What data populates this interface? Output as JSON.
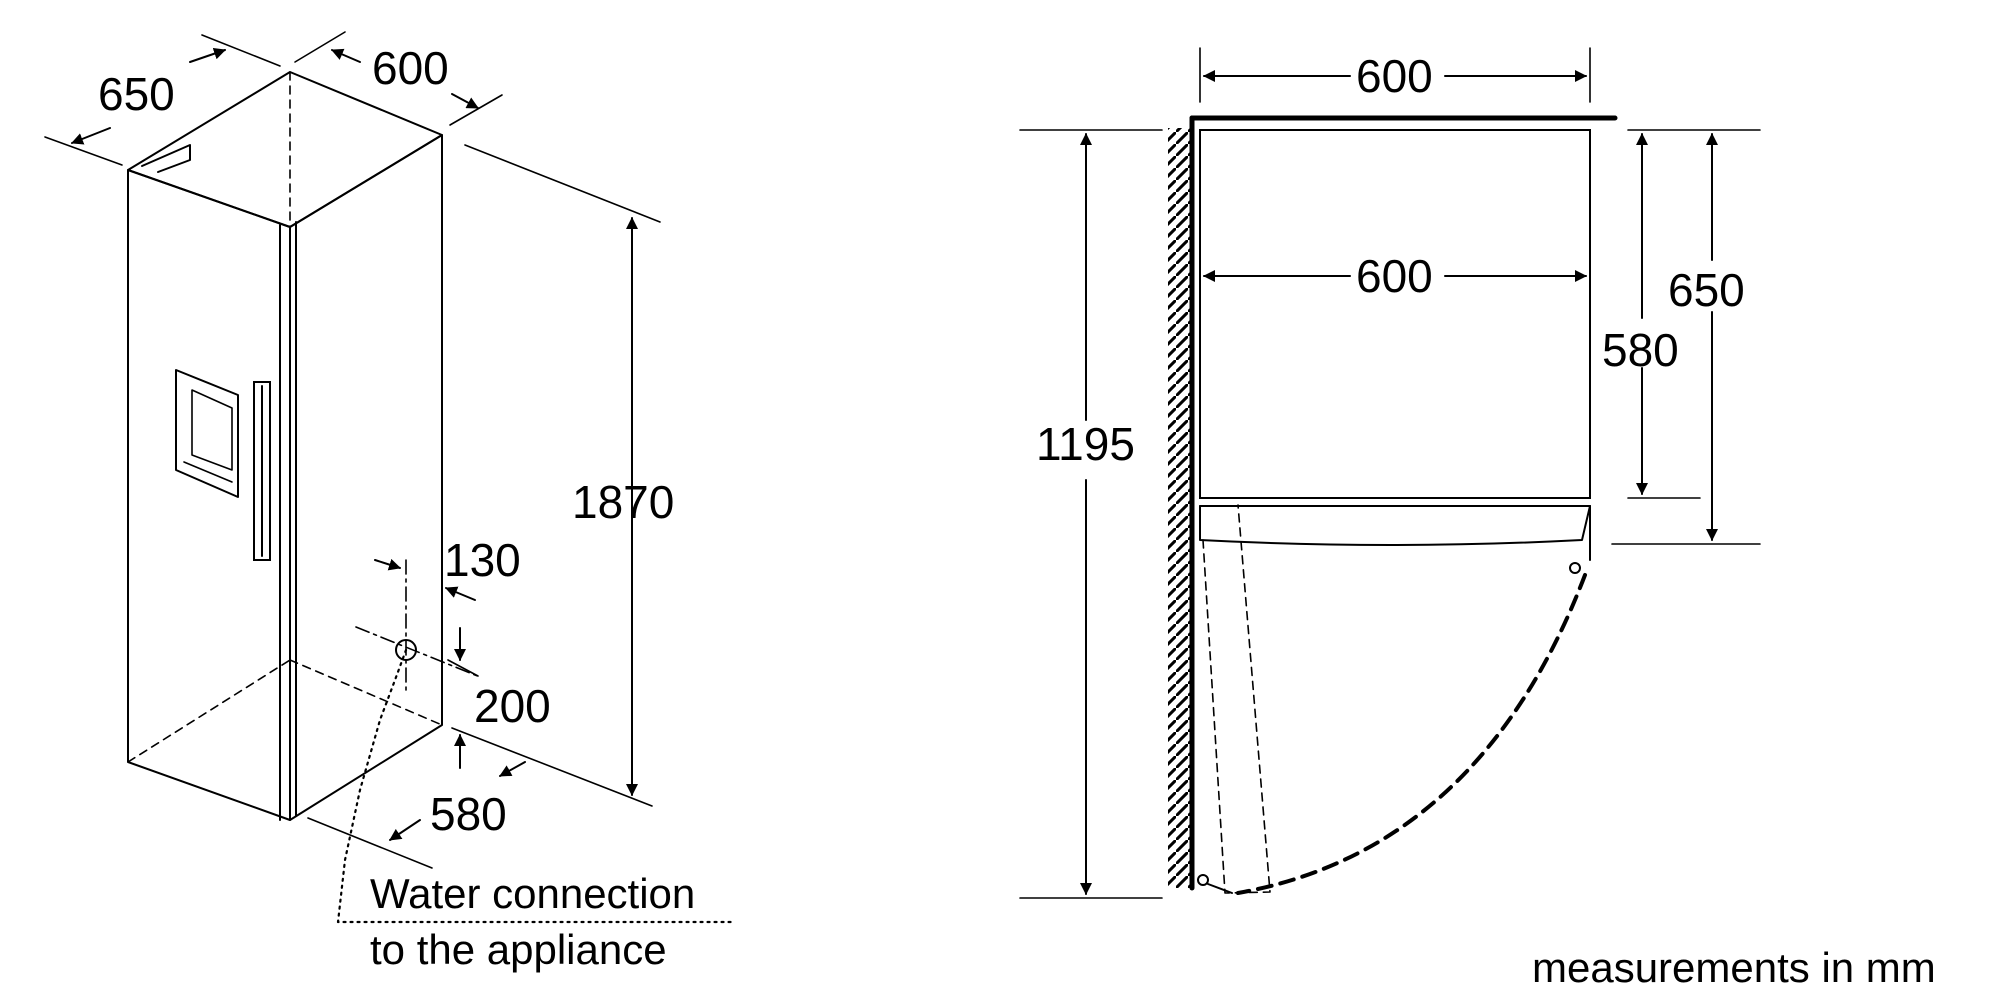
{
  "iso_view": {
    "dims": {
      "depth": "650",
      "width": "600",
      "height": "1870",
      "connection_side_offset": "130",
      "connection_height": "200",
      "connection_depth": "580"
    },
    "water_connection": {
      "line1": "Water connection",
      "line2": "to the appliance"
    }
  },
  "plan_view": {
    "dims": {
      "outer_width": "600",
      "inner_width": "600",
      "swing_depth": "1195",
      "body_depth": "580",
      "total_depth": "650"
    }
  },
  "units_note": "measurements in mm"
}
